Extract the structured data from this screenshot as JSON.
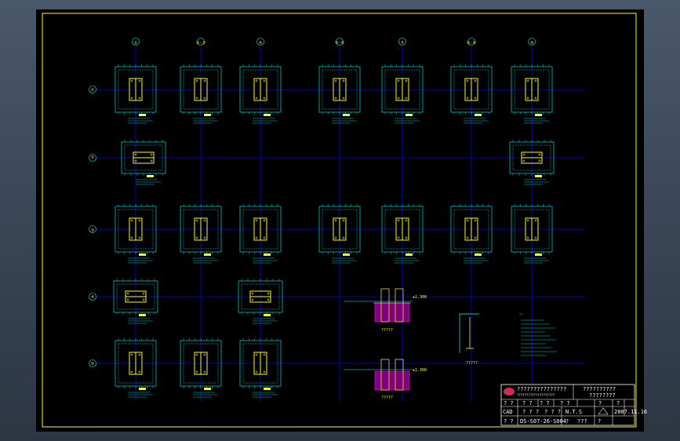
{
  "colors": {
    "background": "#000000",
    "frame": "#ffff00",
    "grid": "#0000ff",
    "detail": "#00ffff",
    "column": "#ffff00",
    "hatch": "#ff00ff",
    "text": "#ffffff"
  },
  "grid_labels": {
    "top": [
      "①",
      "②-③",
      "④",
      "⑤-⑥",
      "⑦",
      "⑧-⑨",
      "⑩"
    ],
    "left": [
      "①",
      "②",
      "③",
      "④",
      "⑤"
    ]
  },
  "details": {
    "label_1": "?????",
    "label_2": "?????",
    "label_3": "?????",
    "elev_1": "±1.300",
    "elev_2": "±1.300"
  },
  "notes_title": "??",
  "title_block": {
    "company": "???????????????",
    "company_sub": "????????????????????",
    "project": "??????????",
    "drawing_name": "????????",
    "row1": [
      "? ?",
      "? ?",
      "? ?",
      "? ?",
      "?",
      "?"
    ],
    "cad_label": "CAD",
    "check": "? ? ?",
    "approve": "? ? ?",
    "scale": "N.T.S",
    "date": "2007.11.16",
    "row3_a": "? ?",
    "drawing_no": "DS-S07-26-S004",
    "row3_b": "?",
    "row3_c": "???",
    "row3_d": "?"
  }
}
